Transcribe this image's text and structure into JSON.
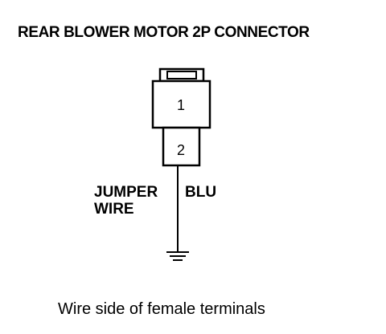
{
  "title": "REAR BLOWER MOTOR 2P CONNECTOR",
  "connector": {
    "terminal_1": "1",
    "terminal_2": "2"
  },
  "labels": {
    "jumper_line1": "JUMPER",
    "jumper_line2": "WIRE",
    "wire_color": "BLU"
  },
  "caption": "Wire side of female terminals"
}
